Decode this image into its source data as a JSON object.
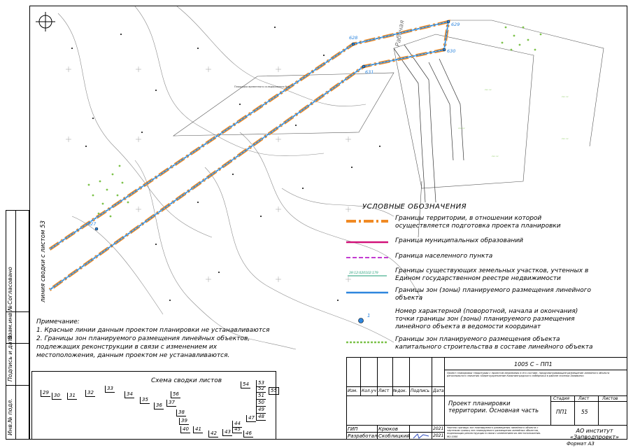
{
  "side_label": "линия сводки с листом 53",
  "point_labels": [
    "627",
    "628",
    "629",
    "630",
    "631"
  ],
  "map_annotation": "Площадка временного складирования №4",
  "street_label": "Рабочая",
  "legend": {
    "title": "УСЛОВНЫЕ ОБОЗНАЧЕНИЯ",
    "items": [
      {
        "text": "Границы территории, в отношении которой осуществляется подготовка проекта планировки"
      },
      {
        "text": "Граница муниципальных образований"
      },
      {
        "text": "Граница населенного пункта"
      },
      {
        "text": "Границы существующих земельных участков, учтенных в Едином государственном реестре недвижимости",
        "sample": "39:12:020102:179"
      },
      {
        "text": "Границы зон (зоны) планируемого размещения линейного объекта"
      },
      {
        "text": "Номер характерной (поворотной, начала и окончания) точки границы зон (зоны) планируемого размещения линейного объекта в ведомости координат",
        "sample": "1"
      },
      {
        "text": "Границы зон планируемого размещения объекта капитального строительства в составе линейного объекта"
      }
    ]
  },
  "notes": {
    "heading": "Примечание:",
    "lines": [
      "1. Красные линии данным проектом планировки не устанавливаются",
      "2. Границы зон планируемого размещения линейных объектов, подлежащих реконструкции в связи с изменением их местоположения, данным проектом не устанавливаются."
    ]
  },
  "scheme": {
    "title": "Схема сводки листов",
    "sheets": [
      "29",
      "30",
      "31",
      "32",
      "33",
      "34",
      "35",
      "36",
      "37",
      "38",
      "39",
      "40",
      "41",
      "42",
      "43",
      "44",
      "45",
      "46",
      "47",
      "48",
      "49",
      "50",
      "51",
      "52",
      "53",
      "54",
      "55",
      "56"
    ]
  },
  "left_stamp": [
    "Согласовано",
    "Взам.инв.№",
    "Подпись и дата",
    "Инв.№ подл."
  ],
  "title_block": {
    "code": "1005 С – ПП1",
    "description": "Проект планировки территории с проектом межевания в его составе, предусматривающей размещение линейного объекта регионального значения «Берегоукрепление Калининградского побережья в районе поселка Заливино»",
    "cols": [
      "Изм.",
      "Кол.уч",
      "Лист",
      "№док.",
      "Подпись",
      "Дата"
    ],
    "doc_title": "Проект планировки территории. Основная часть",
    "stage_head": "Стадия",
    "sheet_head": "Лист",
    "sheets_head": "Листов",
    "stage": "ПП1",
    "sheet": "55",
    "sheets": "",
    "roles": [
      {
        "role": "ГИП",
        "name": "Крюков",
        "date": "2021"
      },
      {
        "role": "Разработал",
        "name": "Скоблицкий",
        "date": "2021"
      }
    ],
    "drawing_title": "Чертеж границы зон планируемого размещения линейного объекта с чертежом границ зон планируемого размещения линейных объектов, подлежащих реконструкции в связи с изменением их местоположения. М1:1000",
    "org": "АО институт «Запводпроект»"
  },
  "format": "Формат А3",
  "colors": {
    "orange": "#f08a24",
    "blue": "#2e86de",
    "magenta": "#d1127a",
    "purple": "#c33bd1",
    "green": "#7cc24a",
    "teal": "#1b9c74"
  }
}
